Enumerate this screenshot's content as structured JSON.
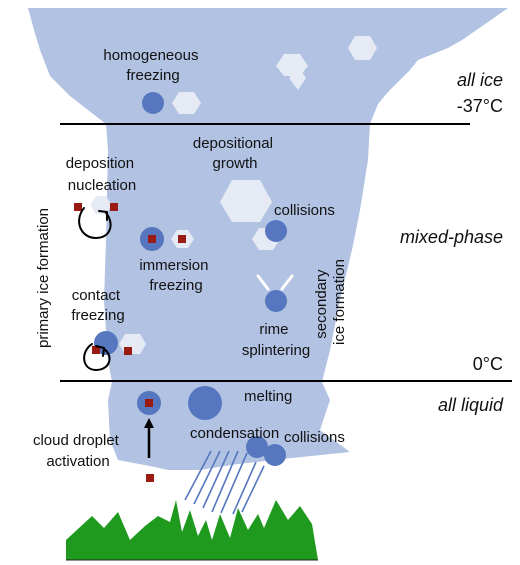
{
  "regions": {
    "top_label": "all ice",
    "top_temp": "-37°C",
    "middle_label": "mixed-phase",
    "bottom_temp": "0°C",
    "bottom_label": "all liquid"
  },
  "processes": {
    "homogeneous_freezing": [
      "homogeneous",
      "freezing"
    ],
    "depositional_growth": [
      "depositional",
      "growth"
    ],
    "deposition_nucleation": [
      "deposition",
      "nucleation"
    ],
    "collisions_upper": "collisions",
    "immersion_freezing": [
      "immersion",
      "freezing"
    ],
    "contact_freezing": [
      "contact",
      "freezing"
    ],
    "rime_splintering": [
      "rime",
      "splintering"
    ],
    "melting": "melting",
    "condensation": "condensation",
    "collisions_lower": "collisions",
    "cloud_droplet_activation": [
      "cloud droplet",
      "activation"
    ]
  },
  "side_labels": {
    "primary": "primary ice formation",
    "secondary": [
      "secondary",
      "ice formation"
    ]
  },
  "colors": {
    "cloud": "#b2c2e3",
    "droplet": "#5677c0",
    "crystal": "#e6eaf5",
    "aerosol": "#9a1a14",
    "rain": "#5677c0",
    "mountain": "#1f9a1f",
    "line": "#000000"
  }
}
